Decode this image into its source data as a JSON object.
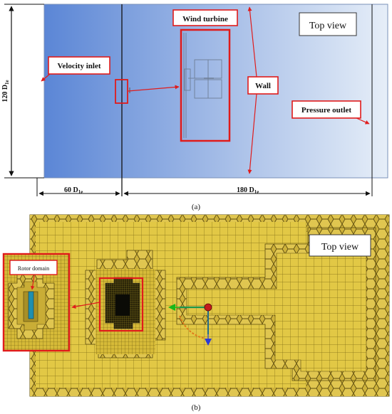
{
  "panel_a": {
    "dim_vertical": "120 D",
    "dim_vertical_sub": "1e",
    "dim_left": "60 D",
    "dim_left_sub": "1e",
    "dim_right": "180 D",
    "dim_right_sub": "1e",
    "view_label": "Top view",
    "callout_wind_turbine": "Wind turbine",
    "callout_velocity_inlet": "Velocity inlet",
    "callout_wall": "Wall",
    "callout_pressure_outlet": "Pressure outlet",
    "caption": "(a)"
  },
  "panel_b": {
    "view_label": "Top view",
    "inset_label": "Rotor domain",
    "caption": "(b)"
  },
  "colors": {
    "domain_blue_left": "#5b86d6",
    "domain_blue_right": "#e6eef8",
    "mesh_yellow": "#e2c845",
    "callout_red": "#e01b1b"
  }
}
